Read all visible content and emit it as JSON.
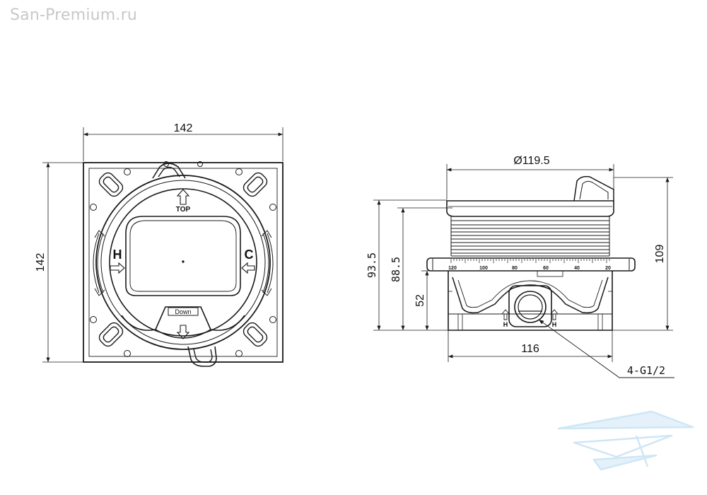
{
  "watermark": "San-Premium.ru",
  "front_view": {
    "width_dim": "142",
    "height_dim": "142",
    "label_top": "TOP",
    "label_down": "Down",
    "label_hot": "H",
    "label_cold": "C"
  },
  "side_view": {
    "diameter_dim": "Ø119.5",
    "height_total": "109",
    "height_a": "93.5",
    "height_b": "88.5",
    "height_c": "52",
    "width_bottom": "116",
    "port_callout": "4-G1/2",
    "port_label_left": "H",
    "port_label_right": "H",
    "scale_ticks": [
      "120",
      "100",
      "80",
      "60",
      "40",
      "20"
    ]
  },
  "colors": {
    "line": "#1a1a1a",
    "watermark_logo": "#cfe6f5"
  }
}
